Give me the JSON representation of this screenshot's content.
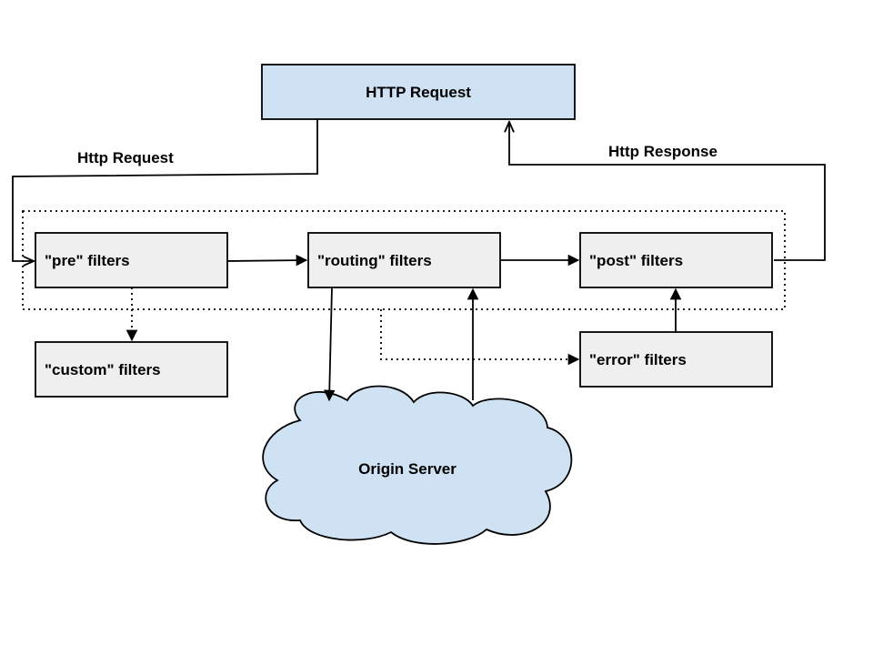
{
  "colors": {
    "request_box_fill": "#cfe2f3",
    "filter_box_fill": "#efefef",
    "cloud_fill": "#cfe2f3",
    "stroke": "#000000"
  },
  "nodes": {
    "http_request": "HTTP Request",
    "pre_filters": "\"pre\" filters",
    "routing_filters": "\"routing\" filters",
    "post_filters": "\"post\" filters",
    "custom_filters": "\"custom\" filters",
    "error_filters": "\"error\" filters",
    "origin_server": "Origin Server"
  },
  "edges": {
    "http_request_label": "Http Request",
    "http_response_label": "Http Response"
  }
}
